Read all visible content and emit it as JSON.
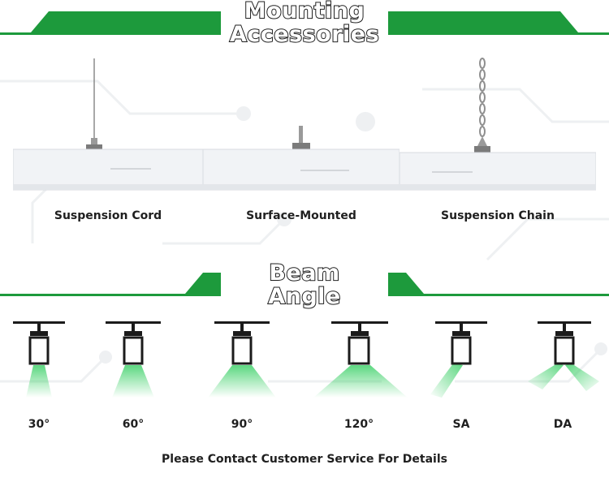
{
  "colors": {
    "accent_green": "#1d9a3c",
    "beam_glow": "#3fd06a",
    "fixture_dark": "#1b1b1b"
  },
  "sections": {
    "mounting": {
      "title_line1": "Mounting",
      "title_line2": "Accessories"
    },
    "beam": {
      "title_line1": "Beam",
      "title_line2": "Angle"
    }
  },
  "mounting_options": [
    {
      "label": "Suspension Cord",
      "icon": "suspension-cord-fixture"
    },
    {
      "label": "Surface-Mounted",
      "icon": "surface-mount-fixture"
    },
    {
      "label": "Suspension Chain",
      "icon": "suspension-chain-fixture"
    }
  ],
  "beam_angles": [
    {
      "label": "30°",
      "spread": 30
    },
    {
      "label": "60°",
      "spread": 60
    },
    {
      "label": "90°",
      "spread": 90
    },
    {
      "label": "120°",
      "spread": 120
    },
    {
      "label": "SA",
      "spread": "asymmetric"
    },
    {
      "label": "DA",
      "spread": "double-asymmetric"
    }
  ],
  "footer": {
    "text": "Please Contact Customer Service For Details"
  }
}
